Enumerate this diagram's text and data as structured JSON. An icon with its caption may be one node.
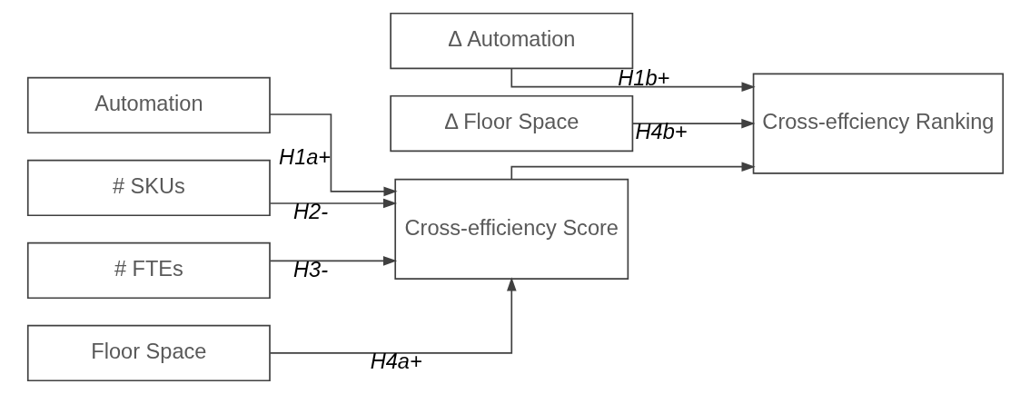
{
  "diagram": {
    "nodes": [
      {
        "text": [
          "Δ Automation"
        ]
      },
      {
        "text": [
          "Automation"
        ]
      },
      {
        "text": [
          "# SKUs"
        ]
      },
      {
        "text": [
          "# FTEs"
        ]
      },
      {
        "text": [
          "Floor Space"
        ]
      },
      {
        "text": [
          "Δ Floor Space"
        ]
      },
      {
        "text": [
          "Cross-efficiency Score"
        ]
      },
      {
        "text": [
          "Cross-effciency Ranking"
        ]
      }
    ],
    "edges": [
      {
        "from": 0,
        "to": 7,
        "arrow": "to",
        "label": "H1b+"
      },
      {
        "from": 1,
        "to": 6,
        "arrow": "to",
        "label": "H1a+"
      },
      {
        "from": 2,
        "to": 6,
        "arrow": "to",
        "label": "H2-"
      },
      {
        "from": 3,
        "to": 6,
        "arrow": "to",
        "label": "H3-"
      },
      {
        "from": 4,
        "to": 6,
        "arrow": "to",
        "label": "H4a+"
      },
      {
        "from": 6,
        "to": 7,
        "arrow": "to"
      },
      {
        "from": 5,
        "to": 7,
        "arrow": "to",
        "label": "H4b+"
      }
    ]
  }
}
